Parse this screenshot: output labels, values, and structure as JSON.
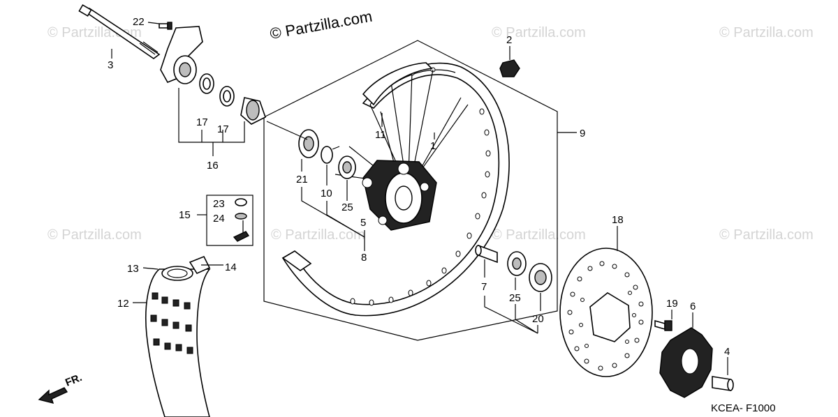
{
  "watermarks": {
    "main": "© Partzilla.com",
    "faded": "© Partzilla.com"
  },
  "diagram_code": "KCEA- F1000",
  "direction_label": "FR.",
  "callouts": {
    "c1": "1",
    "c2": "2",
    "c3": "3",
    "c4": "4",
    "c5": "5",
    "c6": "6",
    "c7": "7",
    "c8": "8",
    "c9": "9",
    "c10": "10",
    "c11": "11",
    "c12": "12",
    "c13": "13",
    "c14": "14",
    "c15": "15",
    "c16": "16",
    "c17a": "17",
    "c17b": "17",
    "c18": "18",
    "c19": "19",
    "c20": "20",
    "c21": "21",
    "c22": "22",
    "c23": "23",
    "c24": "24",
    "c25a": "25",
    "c25b": "25"
  },
  "colors": {
    "line": "#000000",
    "watermark": "#d4d4d4",
    "part_fill": "#ffffff",
    "dark_fill": "#222222"
  }
}
